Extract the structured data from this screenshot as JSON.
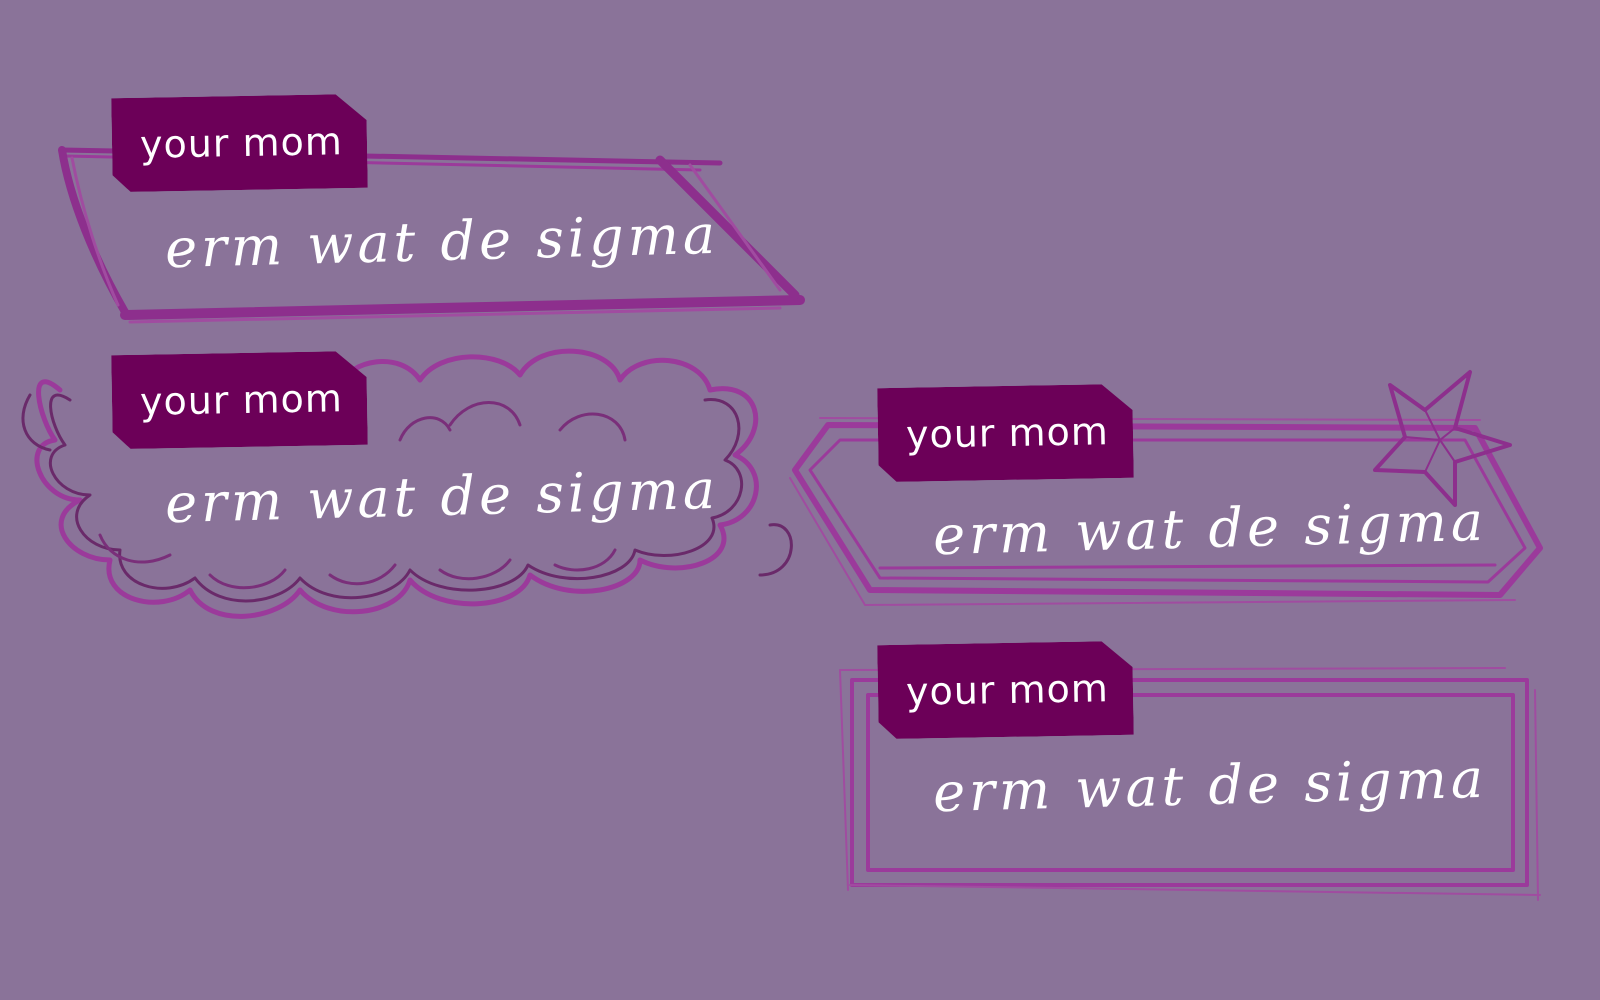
{
  "boxes": [
    {
      "style": "sketchy-parallelogram",
      "tag": "your mom",
      "text": "erm wat de sigma"
    },
    {
      "style": "cloud",
      "tag": "your mom",
      "text": "erm wat de sigma"
    },
    {
      "style": "hexagon-with-star",
      "tag": "your mom",
      "text": "erm wat de sigma"
    },
    {
      "style": "double-rectangle",
      "tag": "your mom",
      "text": "erm wat de sigma"
    }
  ],
  "colors": {
    "background": "#8a7399",
    "tag_fill": "#6c0058",
    "stroke_light": "#9a3a9a",
    "stroke_dark": "#6a2a6a",
    "text": "#ffffff"
  }
}
